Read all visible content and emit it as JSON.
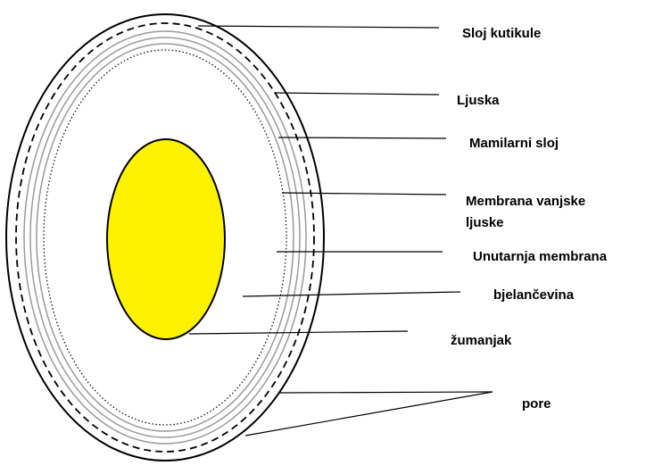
{
  "labels": {
    "cuticle": "Sloj kutikule",
    "shell": "Ljuska",
    "mammillary": "Mamilarni sloj",
    "outer_membrane_line1": "Membrana vanjske",
    "outer_membrane_line2": "ljuske",
    "inner_membrane": "Unutarnja membrana",
    "albumen": "bjelančevina",
    "yolk": "žumanjak",
    "pores": "pore"
  },
  "colors": {
    "yolk": "#FFF200",
    "outline": "#000000",
    "shell_layers": "#9A9A9A",
    "background": "#FFFFFF"
  }
}
